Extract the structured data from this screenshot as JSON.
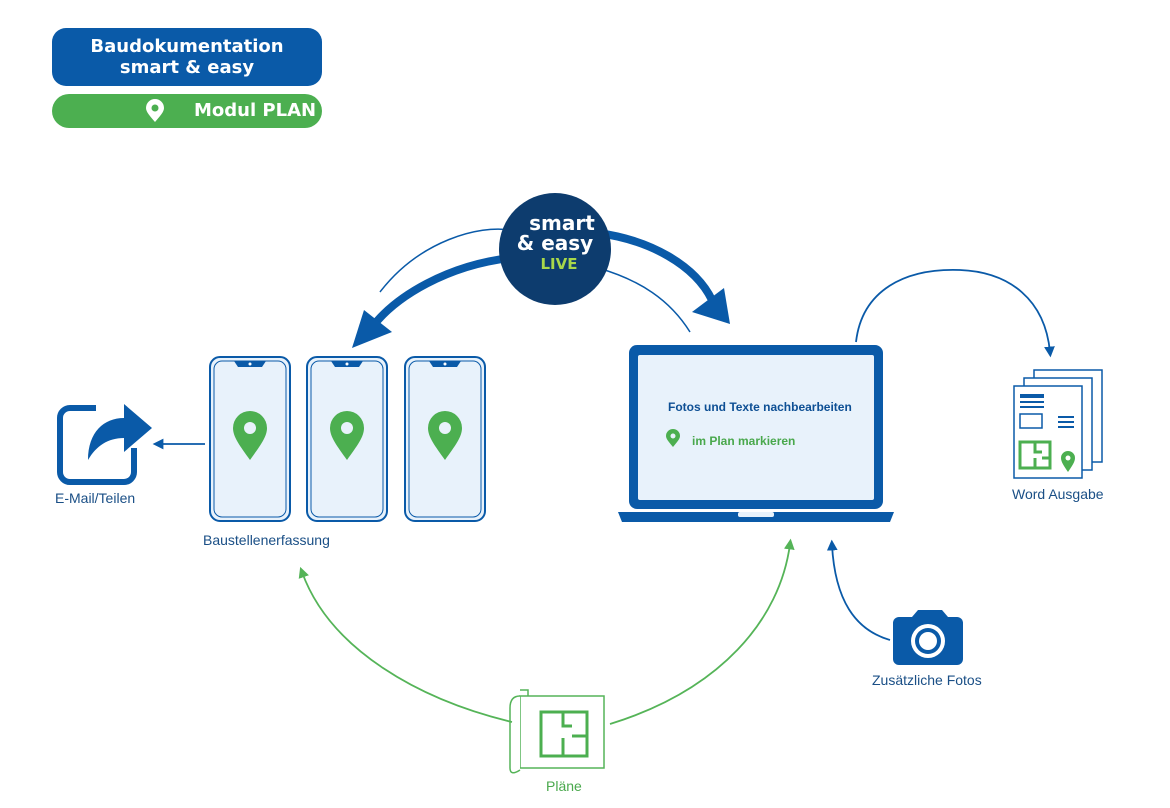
{
  "header": {
    "title_line1": "Baudokumentation",
    "title_line2": "smart & easy",
    "module_label": "Modul PLAN",
    "module_icon": "map-pin-icon"
  },
  "live_badge": {
    "line1": "smart",
    "line2": "& easy",
    "line3": "LIVE"
  },
  "laptop": {
    "screen_title": "Fotos und Texte nachbearbeiten",
    "screen_subtitle": "im Plan markieren"
  },
  "nodes": {
    "email": "E-Mail/Teilen",
    "phones": "Baustellenerfassung",
    "word": "Word Ausgabe",
    "camera": "Zusätzliche Fotos",
    "plans": "Pläne"
  },
  "colors": {
    "primary_blue": "#0a5aa8",
    "dark_blue": "#0d3c6e",
    "green": "#4caf50",
    "lime": "#a8d84a",
    "screen_fill": "#e8f2fb"
  }
}
